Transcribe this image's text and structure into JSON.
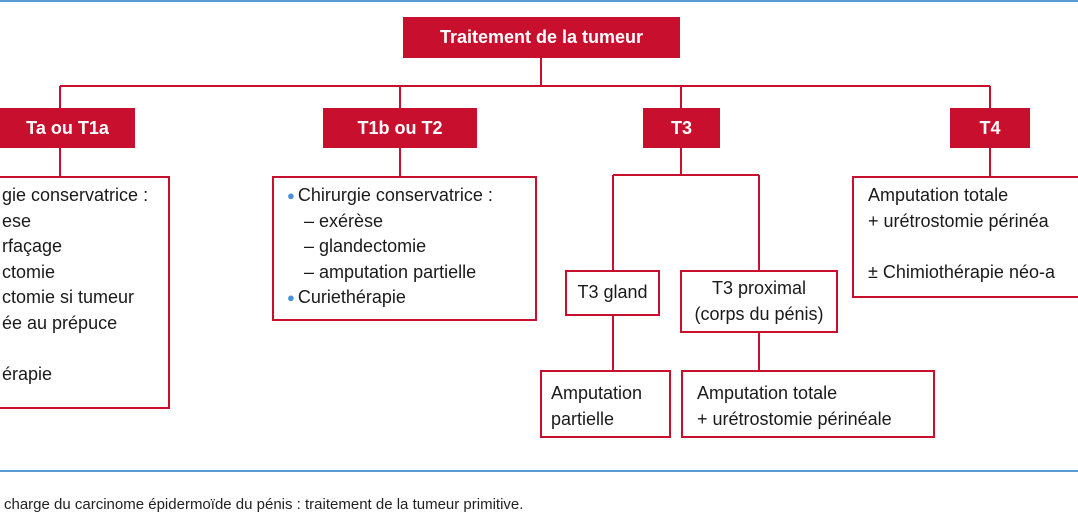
{
  "root": {
    "label": "Traitement de la tumeur"
  },
  "categories": {
    "ta": "Ta ou T1a",
    "t1b": "T1b ou T2",
    "t3": "T3",
    "t4": "T4"
  },
  "ta_box": {
    "lines": [
      "gie conservatrice :",
      "ese",
      "rfaçage",
      "ctomie",
      "ctomie si tumeur",
      "ée au prépuce",
      "",
      "érapie"
    ]
  },
  "t1b_box": {
    "item1": "Chirurgie conservatrice :",
    "sub1": "– exérèse",
    "sub2": "– glandectomie",
    "sub3": "– amputation partielle",
    "item2": "Curiethérapie"
  },
  "t3_gland": {
    "label": "T3 gland"
  },
  "t3_proximal": {
    "line1": "T3 proximal",
    "line2": "(corps du pénis)"
  },
  "t3_gland_treatment": {
    "line1": "Amputation",
    "line2": "partielle"
  },
  "t3_proximal_treatment": {
    "line1": "Amputation totale",
    "line2": "+ urétrostomie périnéale"
  },
  "t4_box": {
    "line1": "Amputation totale",
    "line2": "+ urétrostomie périnéa",
    "line3": "± Chimiothérapie néo-a"
  },
  "caption": "charge du carcinome épidermoïde du pénis : traitement de la tumeur primitive.",
  "colors": {
    "accent": "#c8102e",
    "rule": "#5b9bd5",
    "bullet": "#4a90d9"
  }
}
